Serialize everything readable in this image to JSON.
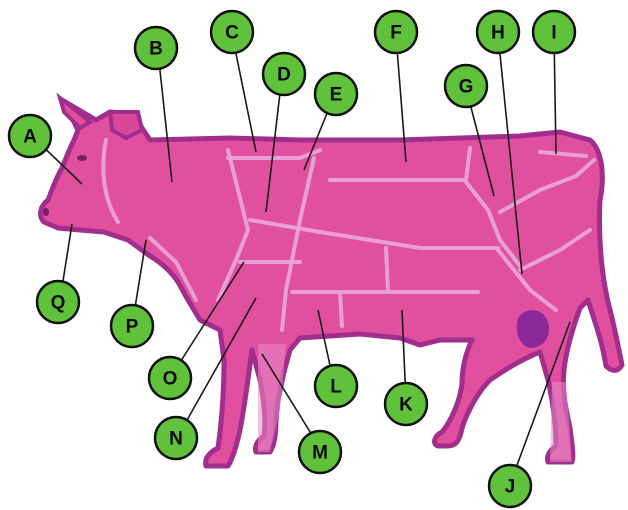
{
  "colors": {
    "body": "#e0509f",
    "outline": "#a12d8c",
    "cut_lines": "#e9a3d8",
    "badge_fill": "#5fc23a",
    "badge_stroke": "#111111"
  },
  "labels": [
    "A",
    "B",
    "C",
    "D",
    "E",
    "F",
    "G",
    "H",
    "I",
    "J",
    "K",
    "L",
    "M",
    "N",
    "O",
    "P",
    "Q"
  ]
}
